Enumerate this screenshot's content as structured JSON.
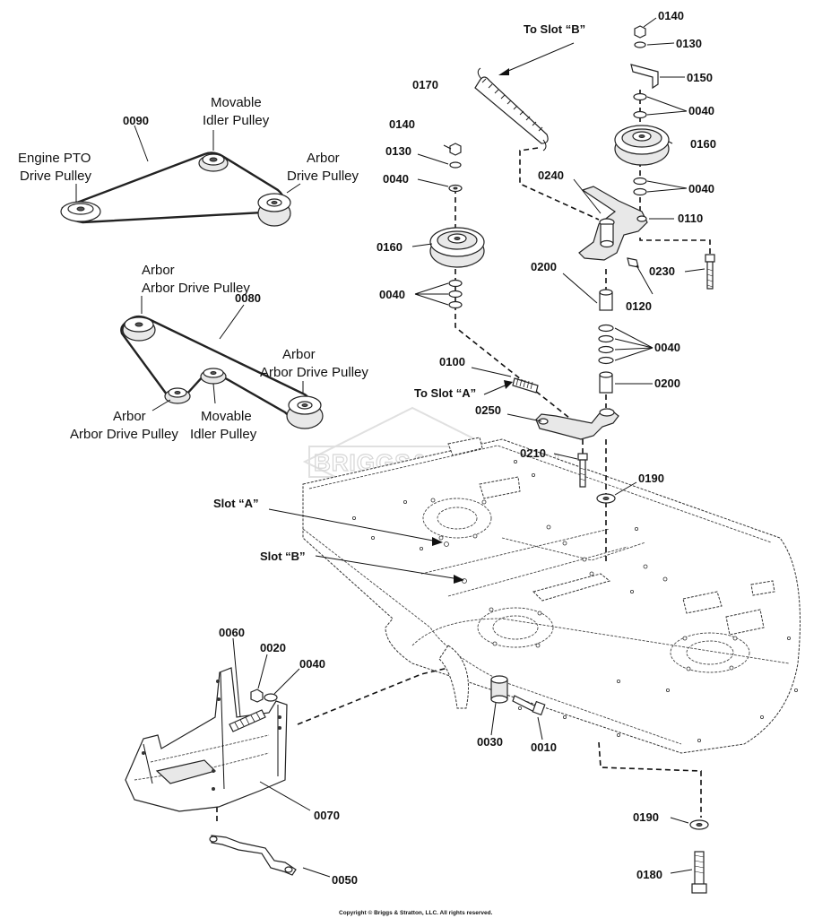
{
  "part_numbers": {
    "p0010": "0010",
    "p0020": "0020",
    "p0030": "0030",
    "p0040": "0040",
    "p0050": "0050",
    "p0060": "0060",
    "p0070": "0070",
    "p0080": "0080",
    "p0090": "0090",
    "p0100": "0100",
    "p0110": "0110",
    "p0120": "0120",
    "p0130": "0130",
    "p0140": "0140",
    "p0150": "0150",
    "p0160": "0160",
    "p0170": "0170",
    "p0180": "0180",
    "p0190": "0190",
    "p0200": "0200",
    "p0210": "0210",
    "p0230": "0230",
    "p0240": "0240",
    "p0250": "0250"
  },
  "callouts": {
    "to_slot_b": "To Slot “B”",
    "to_slot_a": "To Slot “A”",
    "slot_a": "Slot “A”",
    "slot_b": "Slot “B”"
  },
  "belt_labels": {
    "movable": "Movable",
    "idler_pulley": "Idler Pulley",
    "engine_pto": "Engine PTO",
    "drive_pulley": "Drive Pulley",
    "arbor": "Arbor",
    "arbor_drive_pulley": "Arbor Drive Pulley"
  },
  "watermark": "BRIGGS&STRATTON",
  "copyright": "Copyright © Briggs & Stratton, LLC. All rights reserved."
}
